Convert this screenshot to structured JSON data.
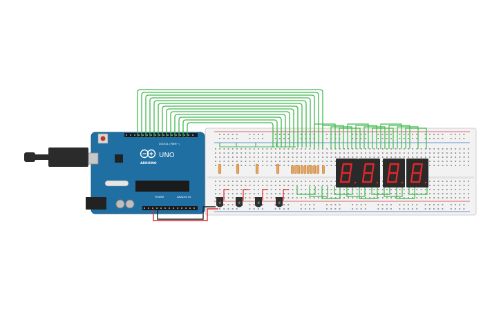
{
  "canvas": {
    "background": "#ffffff"
  },
  "colors": {
    "board": "#1f6fa3",
    "board_edge": "#175a86",
    "breadboard": "#f2f2f2",
    "breadboard_edge": "#cfcfcf",
    "hole": "#8c8c8c",
    "wire_green": "#3cb94a",
    "wire_red": "#e0262a",
    "wire_black": "#222222",
    "rail_red": "#d9363e",
    "rail_blue": "#3a6fc9",
    "display_body": "#2a2a2a",
    "display_segment": "#e3262b",
    "resistor": "#e9a55a",
    "usb_cable": "#2b2b2b",
    "transistor": "#2f2f2f"
  },
  "arduino": {
    "brand": "ARDUINO",
    "model": "UNO",
    "header_digital": "DIGITAL (PWM~)",
    "header_power": "POWER",
    "header_analog": "ANALOG IN"
  },
  "displays": {
    "count": 4,
    "digits": [
      "8",
      "8",
      "8",
      "8"
    ]
  },
  "resistors": {
    "single_groups": 4,
    "bank_count": 8
  },
  "transistors": {
    "count": 4
  }
}
